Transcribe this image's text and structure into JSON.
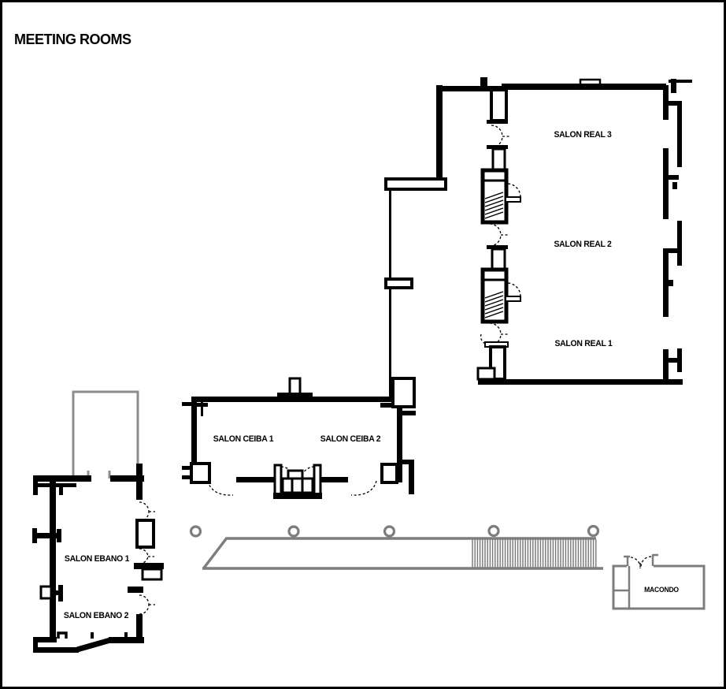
{
  "title": "MEETING ROOMS",
  "rooms": [
    {
      "name": "salon-real-3",
      "label": "SALON REAL 3"
    },
    {
      "name": "salon-real-2",
      "label": "SALON REAL 2"
    },
    {
      "name": "salon-real-1",
      "label": "SALON REAL 1"
    },
    {
      "name": "salon-ceiba-1",
      "label": "SALON CEIBA 1"
    },
    {
      "name": "salon-ceiba-2",
      "label": "SALON CEIBA 2"
    },
    {
      "name": "salon-ebano-1",
      "label": "SALON EBANO 1"
    },
    {
      "name": "salon-ebano-2",
      "label": "SALON EBANO 2"
    },
    {
      "name": "macondo",
      "label": "MACONDO"
    }
  ],
  "colors": {
    "walls": "#000000",
    "walkway": "#7d7d7d",
    "prefunction_room": "#8c8c8c",
    "background": "#ffffff",
    "text": "#000000"
  }
}
